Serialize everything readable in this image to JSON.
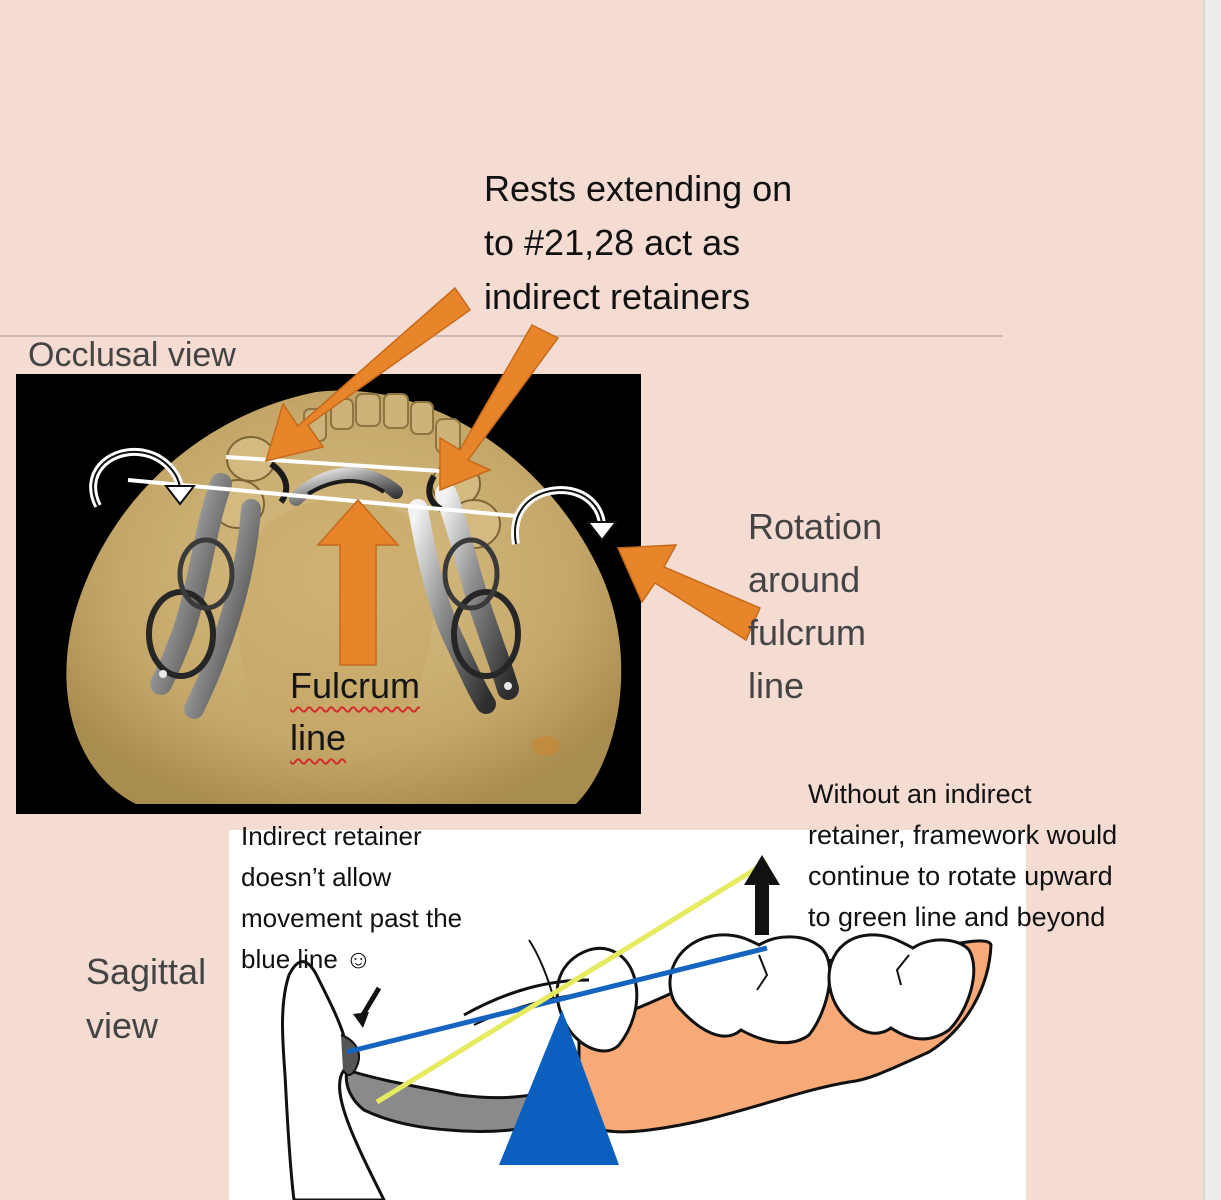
{
  "slide": {
    "occlusal_label": "Occlusal view",
    "rests_callout": "Rests extending on\nto #21,28 act as\nindirect retainers",
    "rotation_label": "Rotation\naround\nfulcrum\nline",
    "fulcrum_label": "Fulcrum\nline",
    "sagittal_label": "Sagittal\nview",
    "indirect_retainer_note": "Indirect retainer\ndoesn’t allow\nmovement past the\nblue line ☺",
    "without_note": "Without an indirect\nretainer, framework would\ncontinue to rotate upward\nto green line and beyond"
  },
  "colors": {
    "slide_background": "#f5dcd3",
    "arrow_orange": "#e8842a",
    "gingiva": "#f7a978",
    "blue_line": "#1565c0",
    "green_line": "#e6ea5e",
    "fulcrum_triangle": "#0a5fbf",
    "framework_gray": "#8a8a8a",
    "cast_stone": "#c9ad71"
  },
  "icons": {
    "orange_arrows": "orange-arrow",
    "rotation_arrows": "curved-rotation-arrow",
    "black_arrows": "black-arrow"
  }
}
